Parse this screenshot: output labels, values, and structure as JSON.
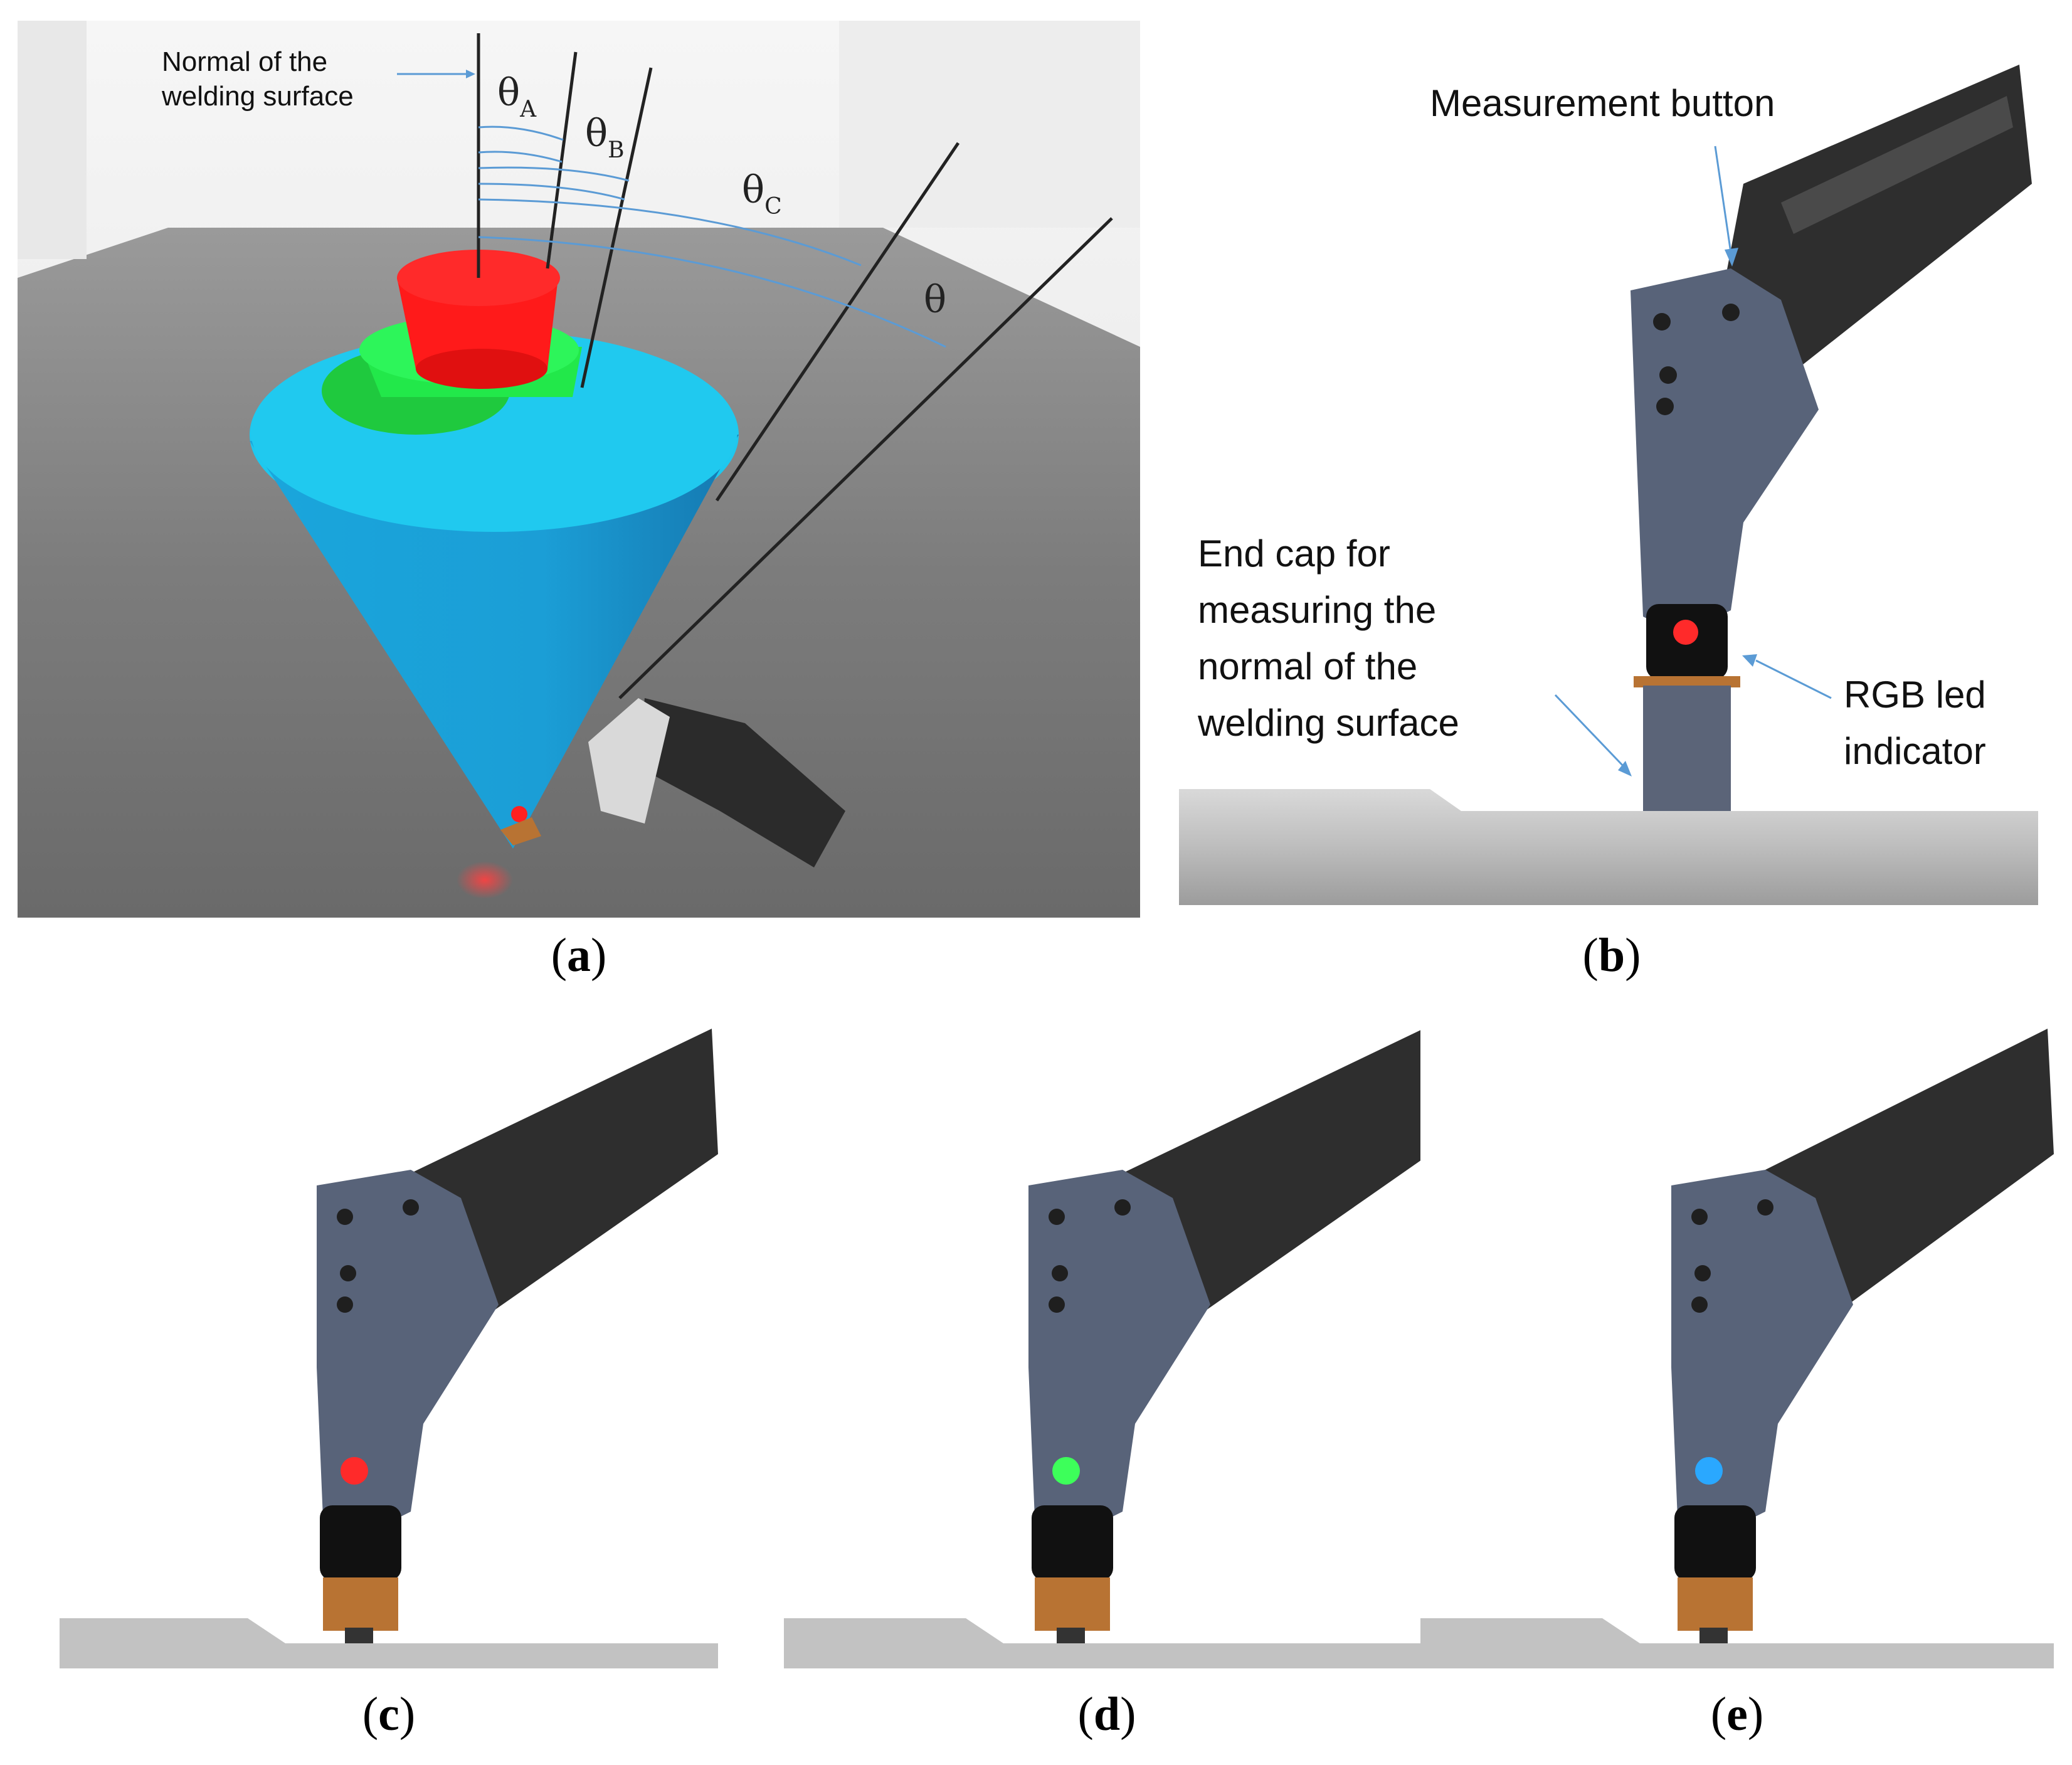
{
  "panel_a": {
    "normal_label_line1": "Normal of the",
    "normal_label_line2": "welding surface",
    "theta_a": "θ",
    "theta_a_sub": "A",
    "theta_b": "θ",
    "theta_b_sub": "B",
    "theta_c": "θ",
    "theta_c_sub": "C",
    "theta": "θ",
    "caption_letter": "a"
  },
  "panel_b": {
    "measurement_button": "Measurement button",
    "end_cap_line1": "End cap for",
    "end_cap_line2": "measuring the",
    "end_cap_line3": "normal of the",
    "end_cap_line4": "welding surface",
    "rgb_line1": "RGB led",
    "rgb_line2": "indicator",
    "caption_letter": "b"
  },
  "panel_c": {
    "caption_letter": "c",
    "led_color": "#ff2a2a"
  },
  "panel_d": {
    "caption_letter": "d",
    "led_color": "#3dff5a"
  },
  "panel_e": {
    "caption_letter": "e",
    "led_color": "#2aa8ff"
  },
  "colors": {
    "cone_red": "#ff1a1a",
    "cone_green": "#22e84a",
    "cone_cyan": "#1ec8ef",
    "cone_blue": "#1a9fd9",
    "annotation_arrow": "#5b9bd5"
  }
}
